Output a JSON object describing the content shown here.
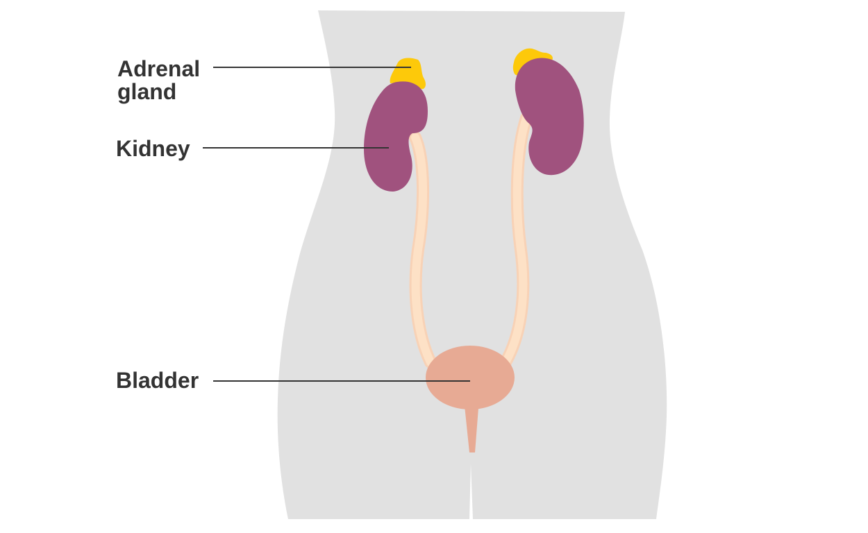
{
  "labels": {
    "adrenal_line1": "Adrenal",
    "adrenal_line2": "gland",
    "kidney": "Kidney",
    "bladder": "Bladder"
  },
  "colors": {
    "body": "#e1e1e1",
    "kidney": "#a0527e",
    "adrenal": "#fdc90a",
    "ureter_fill": "#fde1c6",
    "ureter_edge": "#f8d2b6",
    "bladder": "#e7aa94",
    "text": "#333333"
  }
}
